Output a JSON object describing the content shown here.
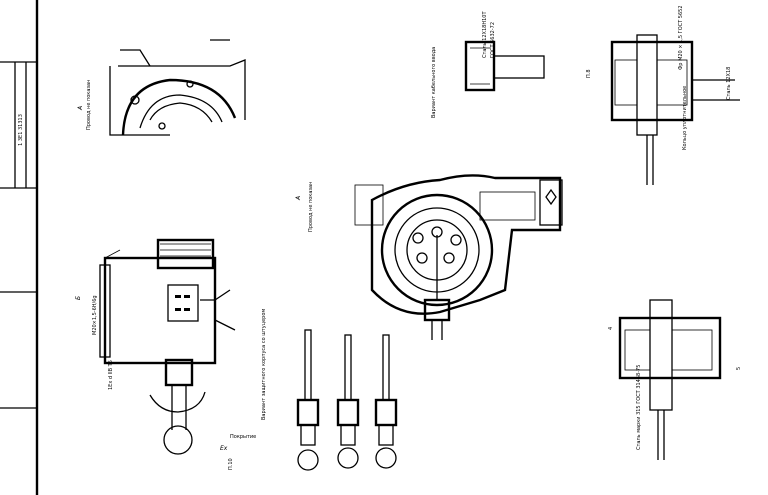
{
  "frame": {
    "stamp_text": "1 3E1 31313"
  },
  "views": {
    "top_left_title": "A",
    "top_left_caption": "Провод не показан",
    "left_title": "Б",
    "center_title": "A",
    "center_caption": "Провод не показан",
    "bottom_left_caption": "Вариант защитного корпуса со штуцером",
    "pipe_note_1": "Сталь 12Х18Н10Т",
    "pipe_note_2": "ГОСТ 5632-72",
    "pipe_caption": "Вариант кабельного ввода",
    "right_note_1": "Фр М20 × 1,5 ГОСТ 5652",
    "right_note_2": "Кольцо уплотнительное",
    "right_note_3": "Сталь 12Х18",
    "bottom_right_note": "Сталь марки 315 ГОСТ 31468-75",
    "bottom_label": "Покрытие",
    "ex_mark_1": "1Ex d IIB T6",
    "ex_mark_2": "Ex",
    "thread_m": "M20×1,5-6H/6g",
    "dim_1": "П.10",
    "dim_2": "П.8",
    "dim_3": "4",
    "dim_4": "5"
  }
}
